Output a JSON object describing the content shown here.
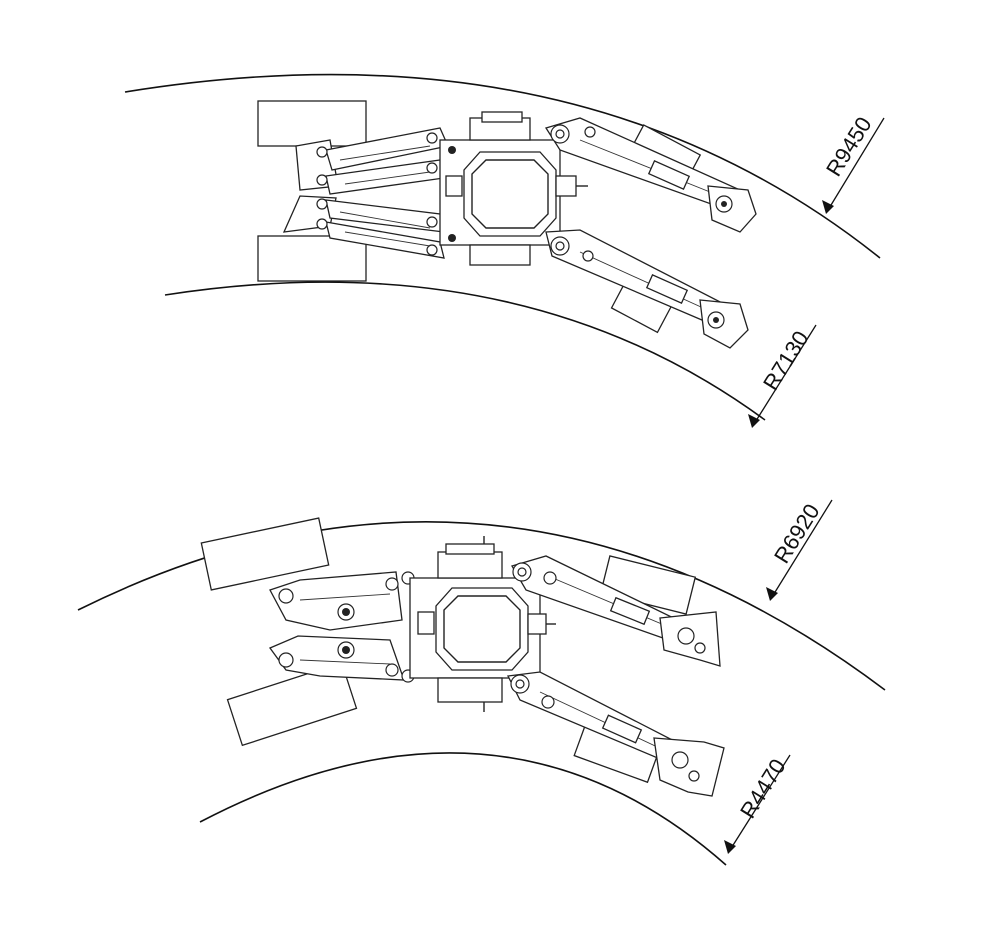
{
  "views": [
    {
      "id": "upper",
      "outer_radius_label": "R9450",
      "inner_radius_label": "R7130"
    },
    {
      "id": "lower",
      "outer_radius_label": "R6920",
      "inner_radius_label": "R4470"
    }
  ],
  "colors": {
    "line": "#222222",
    "background": "#ffffff"
  }
}
